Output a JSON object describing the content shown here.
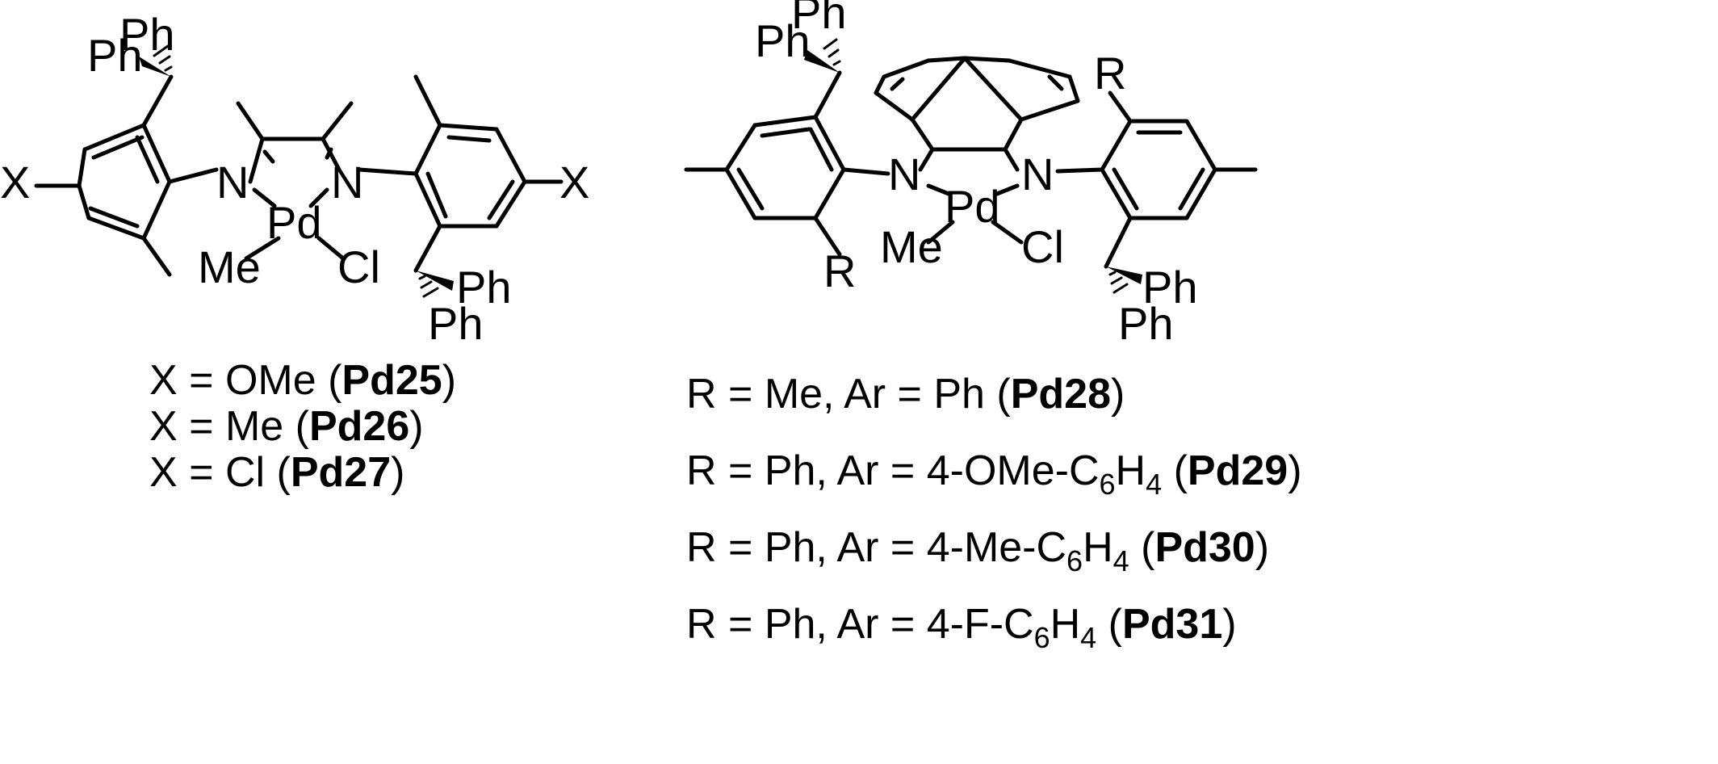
{
  "left_structure": {
    "atoms": {
      "ph_top_a": "Ph",
      "ph_top_b": "Ph",
      "x_left": "X",
      "x_right": "X",
      "n_left": "N",
      "n_right": "N",
      "pd": "Pd",
      "me": "Me",
      "cl": "Cl",
      "ph_bot_a": "Ph",
      "ph_bot_b": "Ph"
    },
    "captions": [
      {
        "pre": "X = OMe (",
        "bold": "Pd25",
        "post": ")"
      },
      {
        "pre": "X = Me (",
        "bold": "Pd26",
        "post": ")"
      },
      {
        "pre": "X = Cl (",
        "bold": "Pd27",
        "post": ")"
      }
    ]
  },
  "right_structure": {
    "atoms": {
      "ph_top_a": "Ph",
      "ph_top_b": "Ph",
      "r_top": "R",
      "r_bot": "R",
      "n_left": "N",
      "n_right": "N",
      "pd": "Pd",
      "me": "Me",
      "cl": "Cl",
      "ph_bot_a": "Ph",
      "ph_bot_b": "Ph"
    },
    "captions": [
      {
        "pre": "R = Me, Ar = Ph (",
        "bold": "Pd28",
        "post": ")"
      },
      {
        "pre": "R = Ph, Ar = 4-OMe-C",
        "sub1": "6",
        "mid": "H",
        "sub2": "4",
        "pre2": " (",
        "bold": "Pd29",
        "post": ")"
      },
      {
        "pre": "R = Ph, Ar = 4-Me-C",
        "sub1": "6",
        "mid": "H",
        "sub2": "4",
        "pre2": " (",
        "bold": "Pd30",
        "post": ")"
      },
      {
        "pre": "R = Ph, Ar = 4-F-C",
        "sub1": "6",
        "mid": "H",
        "sub2": "4",
        "pre2": " (",
        "bold": "Pd31",
        "post": ")"
      }
    ]
  }
}
